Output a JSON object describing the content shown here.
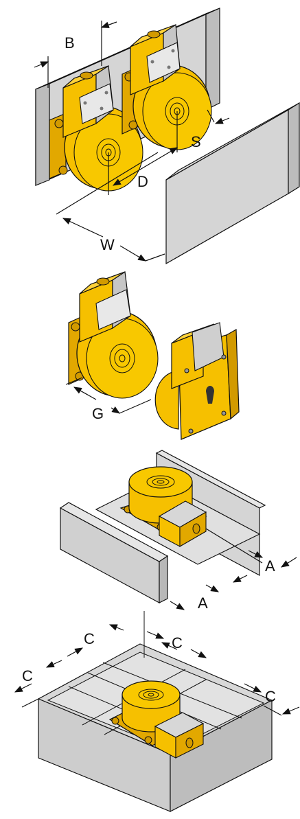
{
  "labels": {
    "b": "B",
    "s": "S",
    "d": "D",
    "w": "W",
    "g": "G",
    "a1": "A",
    "a2": "A",
    "c1": "C",
    "c2": "C",
    "c3": "C",
    "c4": "C"
  },
  "colors": {
    "sensor_yellow": "#f6c000",
    "sensor_shadow": "#d29a00",
    "metal_gray": "#d5d5d5",
    "metal_dark": "#b0b0b0",
    "outline": "#111111"
  }
}
